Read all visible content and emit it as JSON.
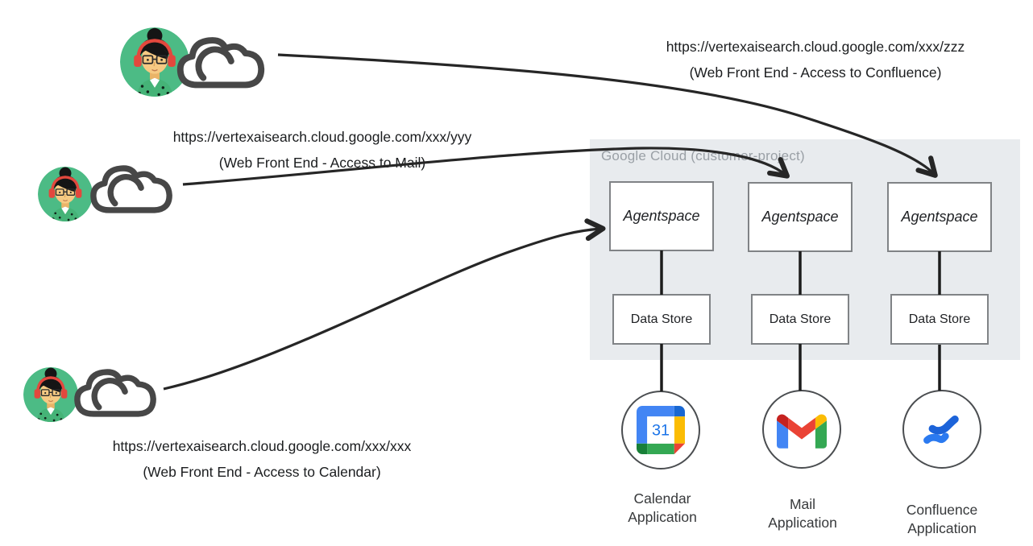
{
  "cloud_container": {
    "label": "Google Cloud (customer-project)"
  },
  "users": [
    {
      "id": "confluence-user",
      "url": "https://vertexaisearch.cloud.google.com/xxx/zzz",
      "caption": "(Web Front End - Access to Confluence)",
      "avatar_icon": "user-avatar-icon",
      "cloud_icon": "cloud-icon"
    },
    {
      "id": "mail-user",
      "url": "https://vertexaisearch.cloud.google.com/xxx/yyy",
      "caption": "(Web Front End - Access to Mail)",
      "avatar_icon": "user-avatar-icon",
      "cloud_icon": "cloud-icon"
    },
    {
      "id": "calendar-user",
      "url": "https://vertexaisearch.cloud.google.com/xxx/xxx",
      "caption": "(Web Front End - Access to Calendar)",
      "avatar_icon": "user-avatar-icon",
      "cloud_icon": "cloud-icon"
    }
  ],
  "columns": [
    {
      "agent": "Agentspace",
      "store": "Data Store",
      "app_label_lines": [
        "Calendar",
        "Application"
      ],
      "icon": "google-calendar-icon"
    },
    {
      "agent": "Agentspace",
      "store": "Data Store",
      "app_label_lines": [
        "Mail",
        "Application"
      ],
      "icon": "gmail-icon"
    },
    {
      "agent": "Agentspace",
      "store": "Data Store",
      "app_label_lines": [
        "Confluence",
        "Application"
      ],
      "icon": "confluence-icon"
    }
  ],
  "calendar_icon_text": "31",
  "colors": {
    "container_gray": "#e8ebee",
    "container_label_gray": "#9aa0a6",
    "box_border_gray": "#808386",
    "line_dark": "#262626",
    "avatar_green": "#4cbb85",
    "headphones_red": "#e2483d",
    "google_blue": "#4285f4",
    "google_dark_blue": "#1967d2",
    "google_red": "#ea4335",
    "google_dark_red": "#c5221f",
    "google_yellow": "#fbbc04",
    "google_green": "#34a853",
    "confluence_blue": "#1f6ae0"
  }
}
